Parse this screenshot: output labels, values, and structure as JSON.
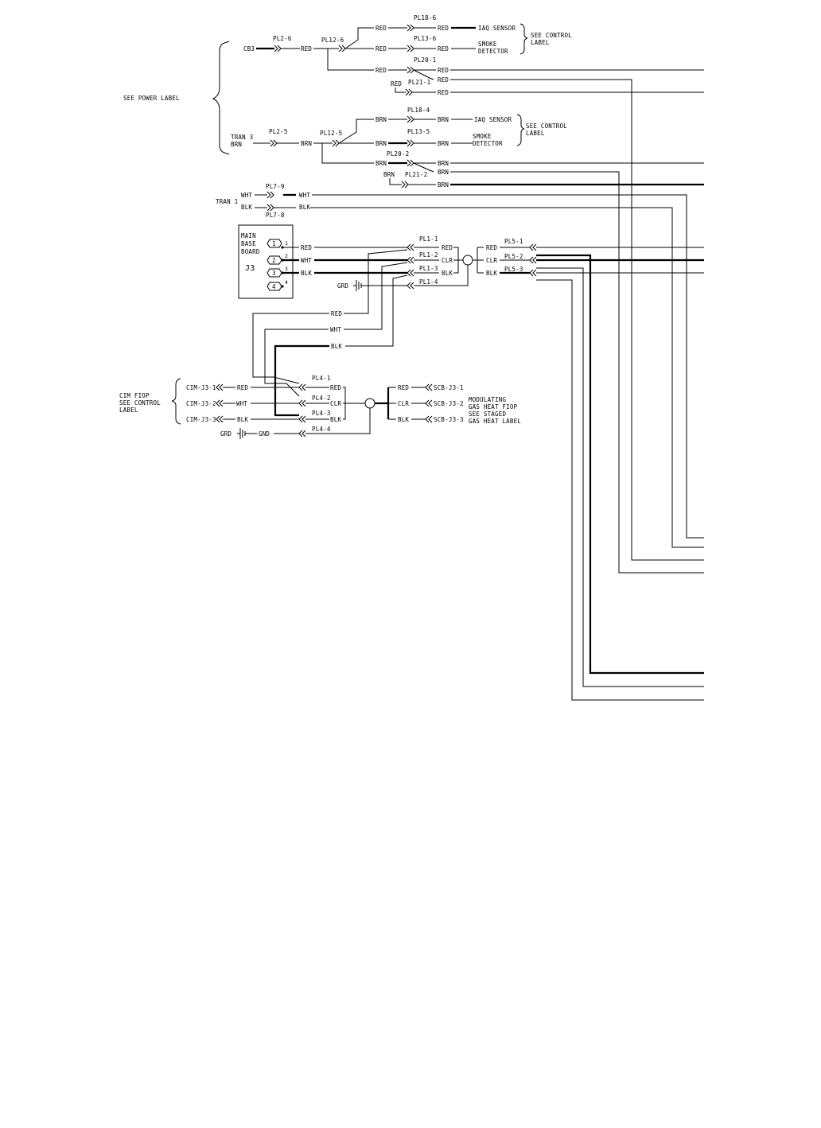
{
  "labels": {
    "see_power": "SEE POWER LABEL",
    "see_control_1": "SEE CONTROL",
    "see_control_1b": "LABEL",
    "see_control_2": "SEE CONTROL",
    "see_control_2b": "LABEL",
    "cb3": "CB3",
    "tran3": "TRAN 3",
    "tran3_brn": "BRN",
    "tran1": "TRAN 1",
    "iaq1": "IAQ SENSOR",
    "smoke1a": "SMOKE",
    "smoke1b": "DETECTOR",
    "iaq2": "IAQ SENSOR",
    "smoke2a": "SMOKE",
    "smoke2b": "DETECTOR",
    "mbb1": "MAIN",
    "mbb2": "BASE",
    "mbb3": "BOARD",
    "mbb4": "J3",
    "grd1": "GRD",
    "grd2": "GRD",
    "gnd": "GND",
    "cim1": "CIM FIOP",
    "cim2": "SEE CONTROL",
    "cim3": "LABEL",
    "mod1": "MODULATING",
    "mod2": "GAS HEAT FIOP",
    "mod3": "SEE STAGED",
    "mod4": "GAS HEAT LABEL"
  },
  "plugs": {
    "pl2_6": "PL2-6",
    "pl12_6": "PL12-6",
    "pl18_6": "PL18-6",
    "pl13_6": "PL13-6",
    "pl20_1": "PL20-1",
    "pl21_1": "PL21-1",
    "pl2_5": "PL2-5",
    "pl12_5": "PL12-5",
    "pl18_4": "PL18-4",
    "pl13_5": "PL13-5",
    "pl20_2": "PL20-2",
    "pl21_2": "PL21-2",
    "pl7_9": "PL7-9",
    "pl7_8": "PL7-8",
    "pl1_1": "PL1-1",
    "pl1_2": "PL1-2",
    "pl1_3": "PL1-3",
    "pl1_4": "PL1-4",
    "pl5_1": "PL5-1",
    "pl5_2": "PL5-2",
    "pl5_3": "PL5-3",
    "pl4_1": "PL4-1",
    "pl4_2": "PL4-2",
    "pl4_3": "PL4-3",
    "pl4_4": "PL4-4"
  },
  "pins": {
    "p1": "1",
    "p2": "2",
    "p3": "3",
    "p4": "4",
    "n1": "1",
    "n2": "2",
    "n3": "3",
    "n4": "4"
  },
  "cim": {
    "j1": "CIM-J3-1",
    "j2": "CIM-J3-2",
    "j3": "CIM-J3-3"
  },
  "scb": {
    "j1": "SCB-J3-1",
    "j2": "SCB-J3-2",
    "j3": "SCB-J3-3"
  },
  "wires": {
    "red_a": "RED",
    "red_b": "RED",
    "red_c": "RED",
    "red_d": "RED",
    "red_e": "RED",
    "red_f": "RED",
    "red_g": "RED",
    "red_h": "RED",
    "brn_a": "BRN",
    "brn_b": "BRN",
    "brn_c": "BRN",
    "brn_d": "BRN",
    "brn_e": "BRN",
    "brn_f": "BRN",
    "brn_g": "BRN",
    "brn_h": "BRN",
    "wht_a": "WHT",
    "wht_b": "WHT",
    "blk_a": "BLK",
    "blk_b": "BLK",
    "j3_red": "RED",
    "j3_wht": "WHT",
    "j3_blk": "BLK",
    "pl1_red": "RED",
    "pl1_clr": "CLR",
    "pl1_blk": "BLK",
    "pl5_red": "RED",
    "pl5_clr": "CLR",
    "pl5_blk": "BLK",
    "mid_red": "RED",
    "mid_wht": "WHT",
    "mid_blk": "BLK",
    "cim_red": "RED",
    "cim_wht": "WHT",
    "cim_blk": "BLK",
    "pl4_red": "RED",
    "pl4_clr": "CLR",
    "pl4_blk": "BLK",
    "scb_red": "RED",
    "scb_clr": "CLR",
    "scb_blk": "BLK"
  }
}
